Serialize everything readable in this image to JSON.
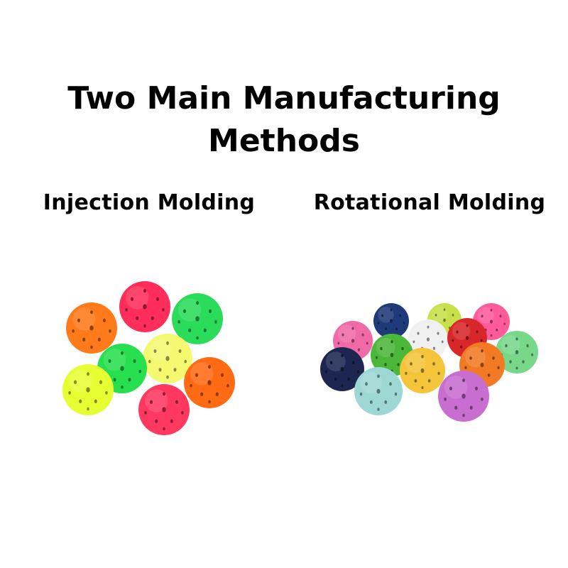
{
  "title": {
    "line1": "Two Main Manufacturing",
    "line2": "Methods"
  },
  "methods": [
    {
      "label": "Injection Molding"
    },
    {
      "label": "Rotational Molding"
    }
  ],
  "palette": {
    "injection": [
      "#ff7a1a",
      "#ff2d5a",
      "#2bdc5a",
      "#e6ff33",
      "#f4f970",
      "#ff3860",
      "#ff6a14",
      "#28e04f"
    ],
    "rotational": [
      "#f06aa8",
      "#1f3a78",
      "#c8e04a",
      "#ff5a9a",
      "#f0f0f0",
      "#d8262a",
      "#1c2650",
      "#4cb83a",
      "#f4c43a",
      "#f27a24",
      "#78d88a",
      "#9ed8d4",
      "#c86ed0"
    ]
  }
}
